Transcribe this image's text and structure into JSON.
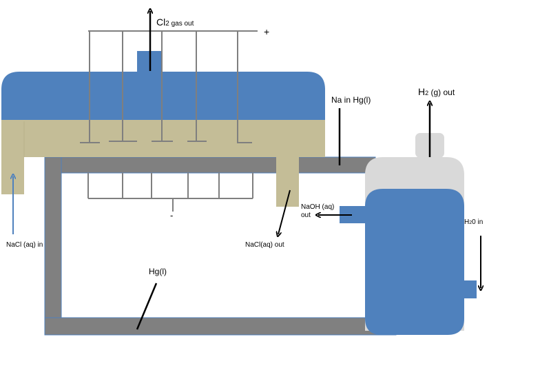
{
  "diagram": {
    "title": "Mercury cell (Castner-Kellner process)",
    "colors": {
      "cell_blue": "#4f81bd",
      "brine_tan": "#c4bd97",
      "mercury_gray": "#808080",
      "decomposer_light": "#d9d9d9",
      "electrode_gray": "#7f7f7f",
      "arrow_black": "#000000",
      "arrow_blue": "#4f81bd"
    },
    "labels": {
      "cl2_main": "Cl",
      "cl2_sub": "2 gas out",
      "anode_sign": "+",
      "cathode_sign": "-",
      "na_in_hg": "Na in Hg(l)",
      "h2_main": "H",
      "h2_sub": "2",
      "h2_rest": " (g) out",
      "naoh_line1": "NaOH (aq)",
      "naoh_line2": "out",
      "h2o_main": "H",
      "h2o_sub": "2",
      "h2o_rest": "0 in",
      "nacl_in": "NaCl (aq) in",
      "nacl_out": "NaCl(aq) out",
      "hg": "Hg(l)"
    },
    "anode_count": 5,
    "cathode_cell_count": 5
  }
}
